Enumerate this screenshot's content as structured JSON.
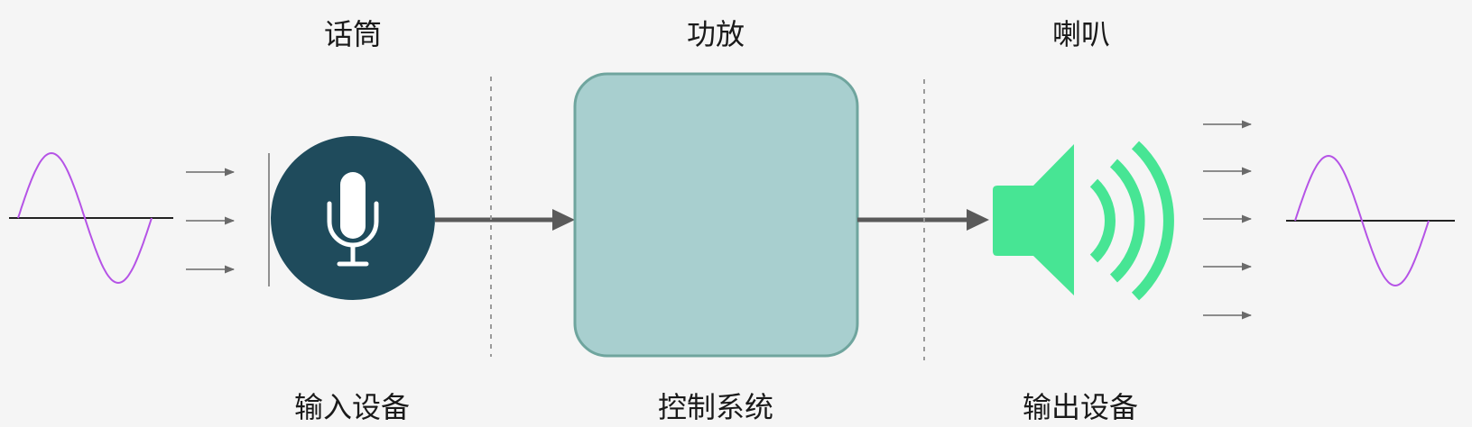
{
  "top_labels": {
    "microphone": "话筒",
    "amplifier": "功放",
    "speaker": "喇叭"
  },
  "bottom_labels": {
    "input": "输入设备",
    "control": "控制系统",
    "output": "输出设备"
  },
  "colors": {
    "background": "#f5f5f5",
    "wave": "#b553e6",
    "mic_circle": "#1f4b5c",
    "amp_fill": "#a8cfcf",
    "amp_stroke": "#6fa59e",
    "speaker": "#47e594",
    "arrow": "#5a5a5a",
    "divider": "#9a9a9a"
  }
}
